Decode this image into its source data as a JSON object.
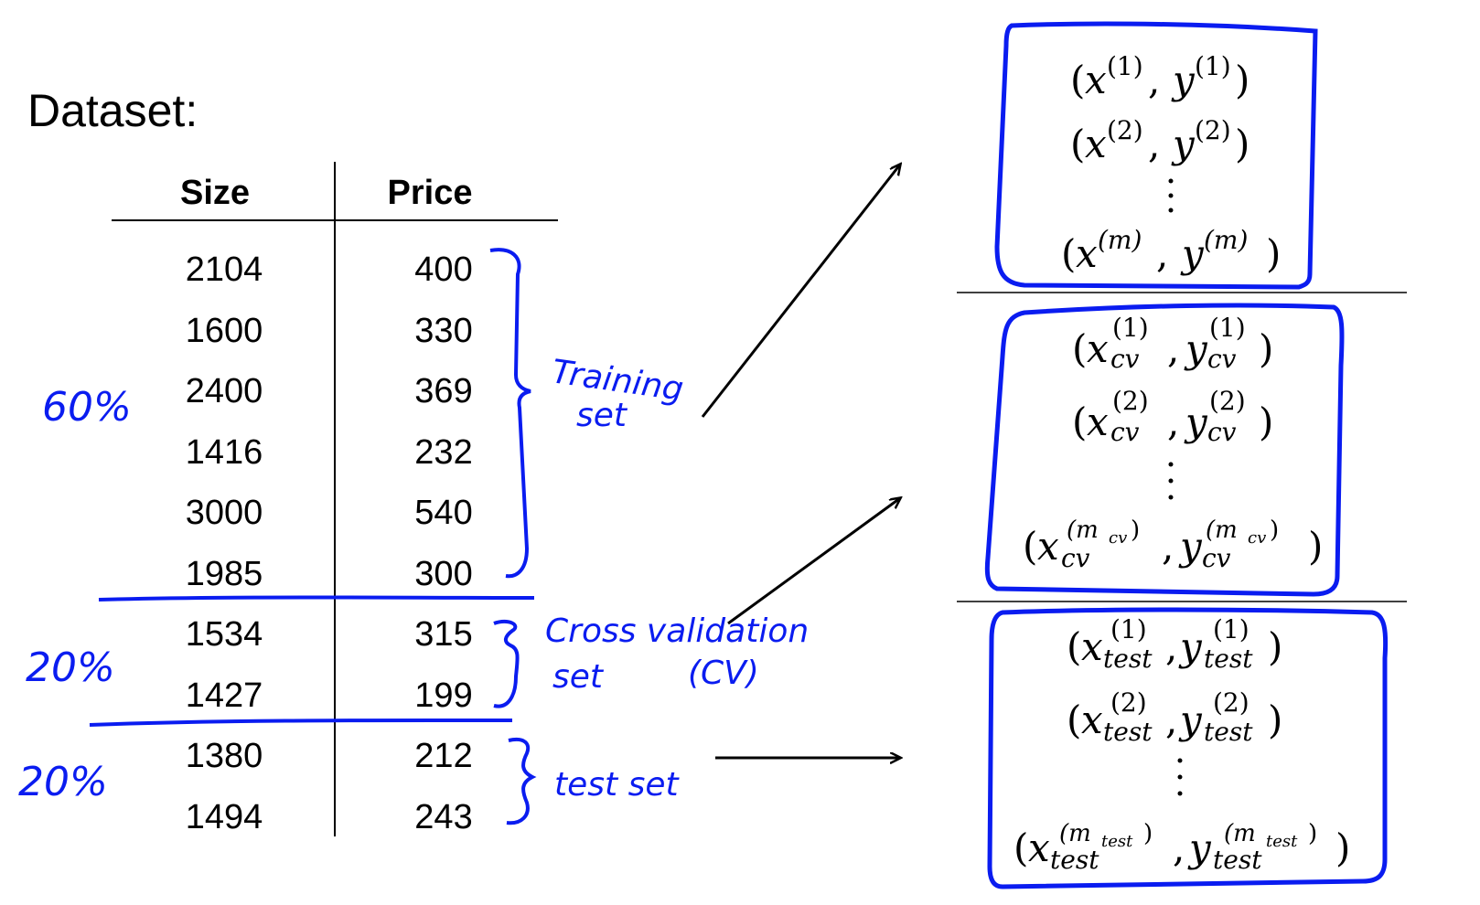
{
  "title": "Dataset:",
  "table": {
    "headers": [
      "Size",
      "Price"
    ],
    "rows": [
      [
        "2104",
        "400"
      ],
      [
        "1600",
        "330"
      ],
      [
        "2400",
        "369"
      ],
      [
        "1416",
        "232"
      ],
      [
        "3000",
        "540"
      ],
      [
        "1985",
        "300"
      ],
      [
        "1534",
        "315"
      ],
      [
        "1427",
        "199"
      ],
      [
        "1380",
        "212"
      ],
      [
        "1494",
        "243"
      ]
    ]
  },
  "annotations": {
    "training_pct": "60%",
    "cv_pct": "20%",
    "test_pct": "20%",
    "training_label_1": "Training",
    "training_label_2": "set",
    "cv_label_1": "Cross validation",
    "cv_label_2": "set",
    "cv_label_3": "(CV)",
    "test_label": "test set"
  },
  "boxes": {
    "train": {
      "row1": [
        "(",
        "x",
        "(1)",
        ", ",
        "y",
        "(1)",
        ")"
      ],
      "row2": [
        "(",
        "x",
        "(2)",
        ", ",
        "y",
        "(2)",
        ")"
      ],
      "rowm": [
        "(",
        "x",
        "(m)",
        ", ",
        "y",
        "(m)",
        ")"
      ]
    },
    "cv": {
      "sub": "cv",
      "sup1": "(1)",
      "sup2": "(2)",
      "supm_open": "(m",
      "supm_sub": "cv",
      "supm_close": ")"
    },
    "test": {
      "sub": "test",
      "sup1": "(1)",
      "sup2": "(2)",
      "supm_open": "(m",
      "supm_sub": "test",
      "supm_close": ")"
    },
    "x_var": "x",
    "y_var": "y"
  },
  "colors": {
    "ink": "#0a1cf0",
    "text": "#000000"
  }
}
